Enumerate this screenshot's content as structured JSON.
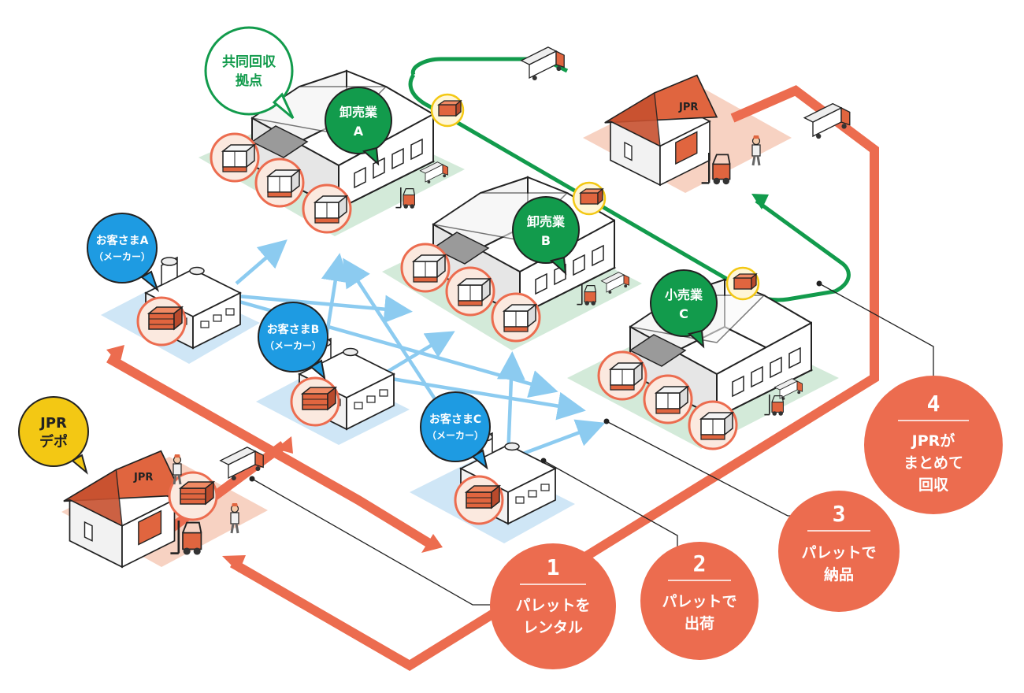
{
  "colors": {
    "orange": "#ec6c4f",
    "green": "#129b4c",
    "blue": "#1e9be2",
    "yellow": "#f3c814",
    "light_blue_arrow": "#8ccbf0",
    "green_tile": "#d3ead9",
    "blue_tile": "#cfe6f6",
    "pink_tile": "#f7d2c2"
  },
  "callouts": {
    "collection_hub": [
      "共同回収",
      "拠点"
    ],
    "wholesaler_a": [
      "卸売業",
      "A"
    ],
    "wholesaler_b": [
      "卸売業",
      "B"
    ],
    "retailer_c": [
      "小売業",
      "C"
    ],
    "customer_a": [
      "お客さまA",
      "（メーカー）"
    ],
    "customer_b": [
      "お客さまB",
      "（メーカー）"
    ],
    "customer_c": [
      "お客さまC",
      "（メーカー）"
    ],
    "jpr_depot": [
      "JPR",
      "デポ"
    ]
  },
  "building_signs": {
    "jpr_top": "JPR",
    "jpr_depot": "JPR"
  },
  "steps": [
    {
      "number": "1",
      "label": [
        "パレットを",
        "レンタル"
      ]
    },
    {
      "number": "2",
      "label": [
        "パレットで",
        "出荷"
      ]
    },
    {
      "number": "3",
      "label": [
        "パレットで",
        "納品"
      ]
    },
    {
      "number": "4",
      "label": [
        "JPRが",
        "まとめて",
        "回収"
      ]
    }
  ],
  "icons": [
    "pallet-icon",
    "truck-icon",
    "forklift-icon",
    "worker-icon",
    "warehouse-icon",
    "factory-icon"
  ]
}
